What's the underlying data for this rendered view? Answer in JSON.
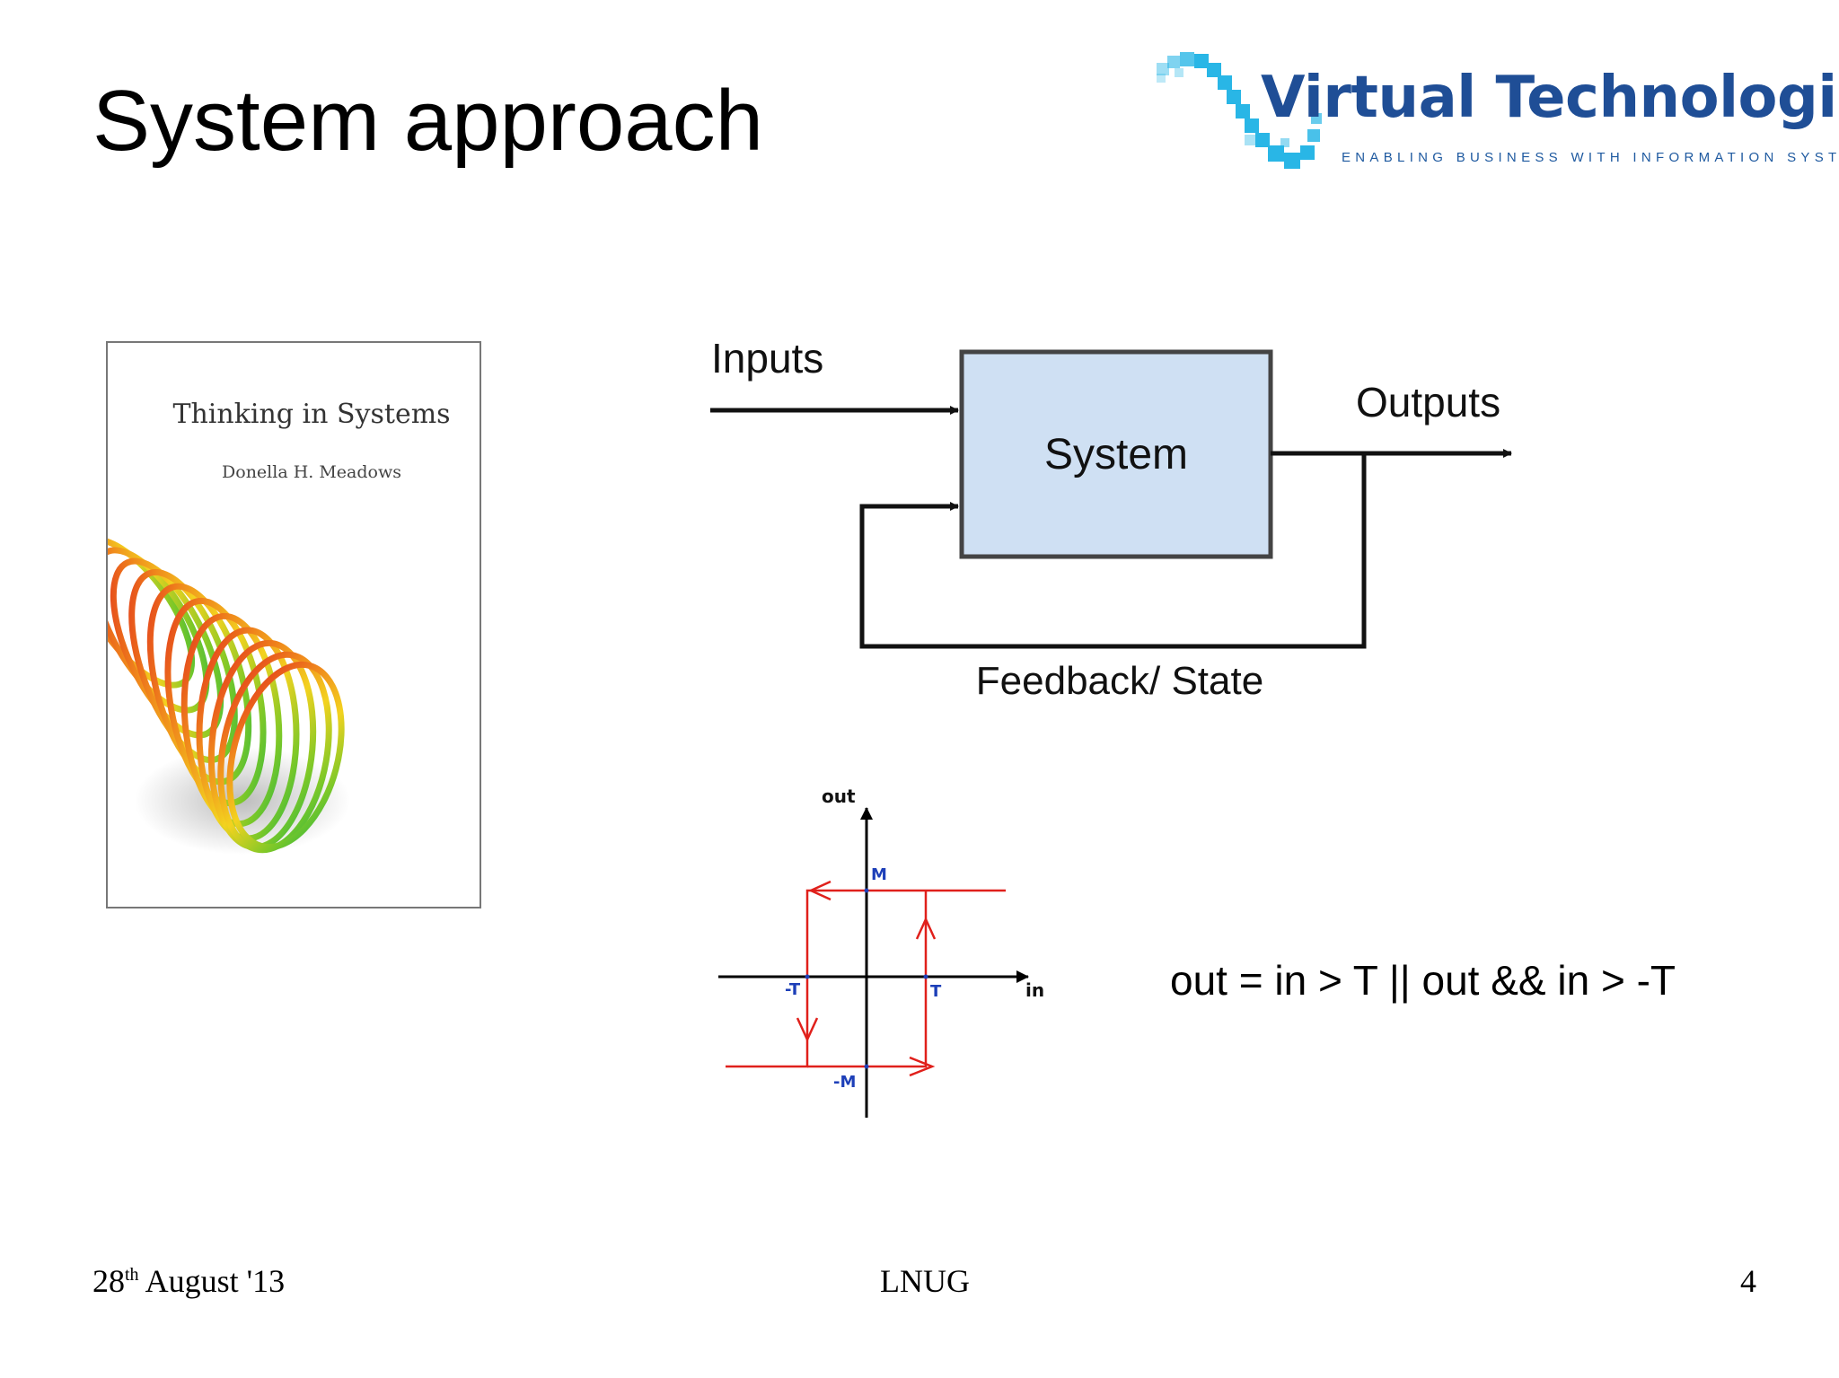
{
  "slide": {
    "title": "System approach",
    "formula": "out = in > T || out && in > -T"
  },
  "logo": {
    "name": "Virtual Technologies",
    "tagline": "ENABLING BUSINESS WITH INFORMATION SYSTEMS",
    "brand_color": "#1f4e96",
    "accent_color": "#29b6e6"
  },
  "book": {
    "title": "Thinking in Systems",
    "author": "Donella H. Meadows"
  },
  "block_diagram": {
    "inputs_label": "Inputs",
    "system_label": "System",
    "outputs_label": "Outputs",
    "feedback_label": "Feedback/ State",
    "system_fill": "#cfe0f3"
  },
  "hysteresis": {
    "y_axis_label": "out",
    "x_axis_label": "in",
    "labels": {
      "pos_m": "M",
      "neg_m": "-M",
      "pos_t": "T",
      "neg_t": "-T"
    },
    "curve_color": "#e0201b",
    "label_color": "#1d3fb8"
  },
  "footer": {
    "date_day": "28",
    "date_suffix": "th",
    "date_rest": " August '13",
    "center": "LNUG",
    "page_number": "4"
  }
}
